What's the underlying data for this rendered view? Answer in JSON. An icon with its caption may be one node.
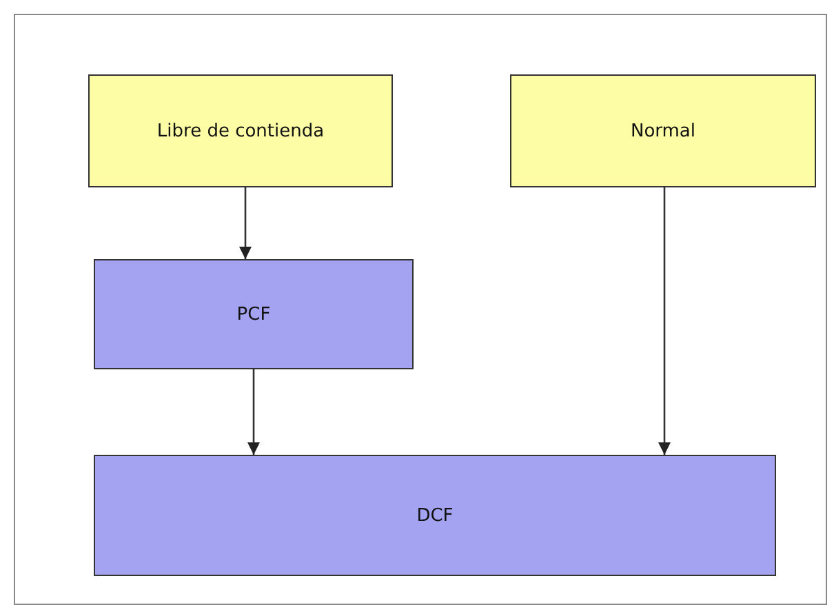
{
  "diagram": {
    "nodes": [
      {
        "text": [
          "Libre de contienda"
        ]
      },
      {
        "text": [
          "Normal"
        ]
      },
      {
        "text": [
          "PCF"
        ]
      },
      {
        "text": [
          "DCF"
        ]
      }
    ],
    "edges": [
      {
        "from": 0,
        "to": 2,
        "arrow": "to"
      },
      {
        "from": 2,
        "to": 3,
        "arrow": "to"
      },
      {
        "from": 1,
        "to": 3,
        "arrow": "to"
      }
    ]
  }
}
